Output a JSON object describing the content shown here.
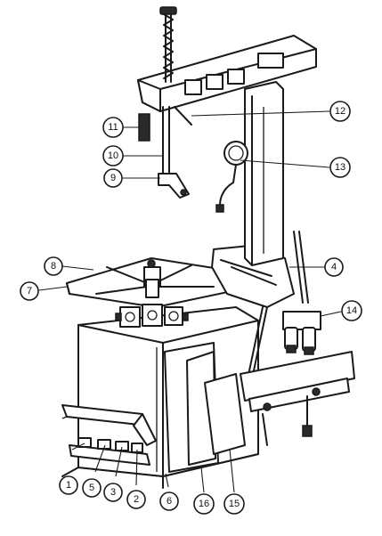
{
  "callouts": [
    {
      "id": "c1",
      "label": "1"
    },
    {
      "id": "c2",
      "label": "5"
    },
    {
      "id": "c3",
      "label": "3"
    },
    {
      "id": "c4",
      "label": "2"
    },
    {
      "id": "c5",
      "label": "6"
    },
    {
      "id": "c6",
      "label": "16"
    },
    {
      "id": "c7",
      "label": "15"
    },
    {
      "id": "c8",
      "label": "7"
    },
    {
      "id": "c9",
      "label": "8"
    },
    {
      "id": "c10",
      "label": "4"
    },
    {
      "id": "c11",
      "label": "14"
    },
    {
      "id": "c12",
      "label": "11"
    },
    {
      "id": "c13",
      "label": "10"
    },
    {
      "id": "c14",
      "label": "9"
    },
    {
      "id": "c15",
      "label": "12"
    },
    {
      "id": "c16",
      "label": "13"
    }
  ]
}
